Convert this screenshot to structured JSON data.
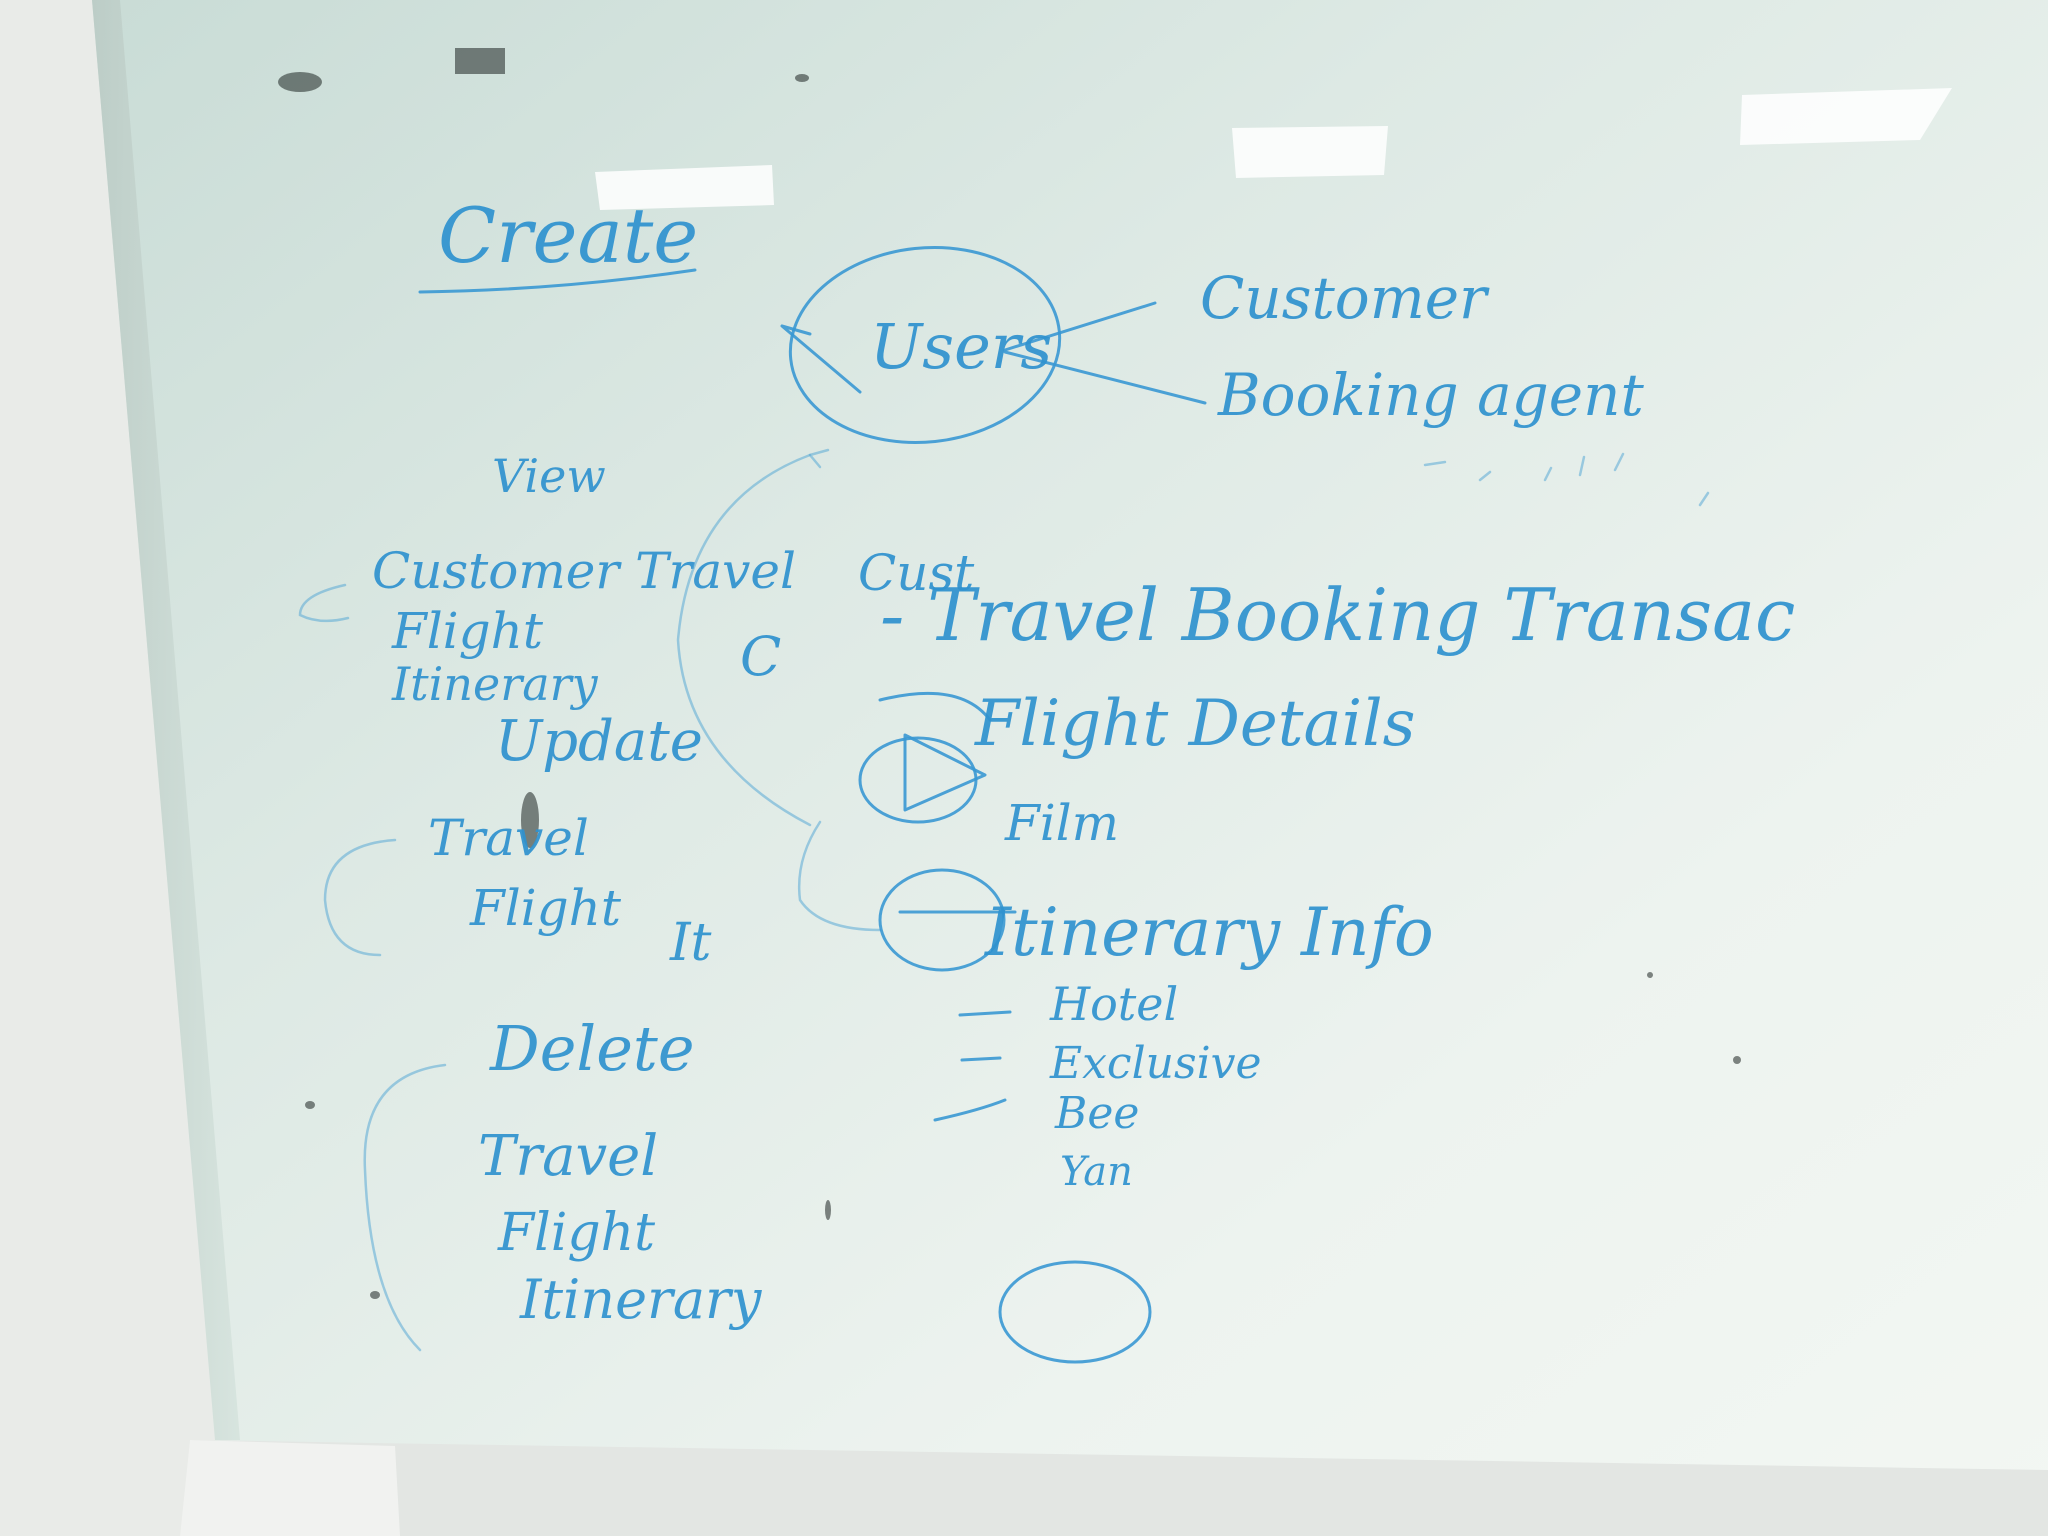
{
  "whiteboard": {
    "heading": "Create",
    "center_node": "Users",
    "user_types": [
      "Customer",
      "Booking agent"
    ],
    "view": {
      "label": "View",
      "items": [
        "Customer Travel",
        "Flight",
        "Itinerary"
      ]
    },
    "update": {
      "label": "Update",
      "items": [
        "Travel",
        "Flight",
        "It"
      ]
    },
    "delete": {
      "label": "Delete",
      "items": [
        "Travel",
        "Flight",
        "Itinerary"
      ]
    },
    "main": {
      "cust_label": "Cust",
      "transaction": "- Travel Booking Transac",
      "flight_details": "Flight Details",
      "film": "Film",
      "itinerary_info": "Itinerary Info",
      "itinerary_items": [
        "Hotel",
        "Exclusive",
        "Bee",
        "Yan"
      ],
      "stray_mark": "C"
    }
  },
  "colors": {
    "marker_blue": "#2f92cf",
    "board_white": "#f2f6f2"
  }
}
